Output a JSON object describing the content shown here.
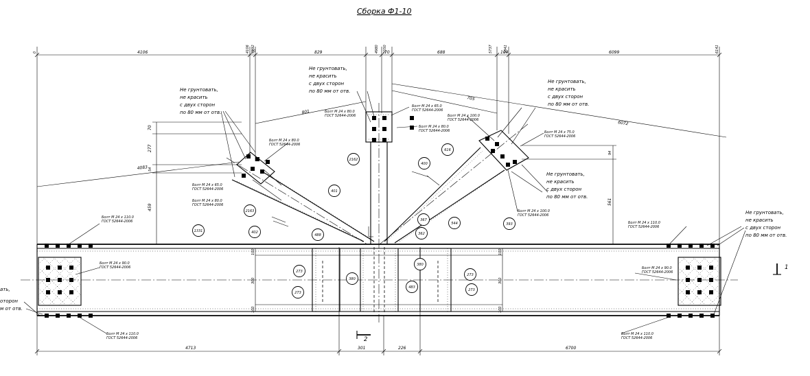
{
  "title": "Сборка Ф1-10",
  "notes": {
    "no_prime_4": [
      "Не грунтовать,",
      "не красить",
      "с двух сторон",
      "по 80 мм от отв."
    ],
    "no_prime_4b": [
      "Не грунтовать,",
      "не красить",
      "с двух сторон",
      "по 80 мм от отв."
    ],
    "no_prime_4c": [
      "Не грунтовать,",
      "не красить",
      "с двух сторон",
      "по 80 мм от отв."
    ],
    "no_prime_4d": [
      "Не грунтовать,",
      "не красить",
      "с двух сторон",
      "по 80 мм от отв."
    ],
    "no_prime_4e": [
      "Не грунтовать,",
      "не красить",
      "с двух сторон",
      "по 80 мм от отв."
    ],
    "left_cut": [
      "ать,",
      "оторон",
      "м от отв."
    ]
  },
  "bolts": {
    "b_24x110_tl": [
      "Болт М 24 х 110.0",
      "ГОСТ 52644-2006"
    ],
    "b_24x90_l": [
      "Болт М 24 х 90.0",
      "ГОСТ 52644-2006"
    ],
    "b_24x110_bl": [
      "Болт М 24 х 110.0",
      "ГОСТ 52644-2006"
    ],
    "b_24x80_a": [
      "Болт М 24 х 80.0",
      "ГОСТ 52644-2006"
    ],
    "b_24x65_a": [
      "Болт М 24 х 65.0",
      "ГОСТ 52644-2006"
    ],
    "b_24x80_b": [
      "Болт М 24 х 80.0",
      "ГОСТ 52644-2006"
    ],
    "b_24x80_c": [
      "Болт М 24 х 80.0",
      "ГОСТ 52644-2006"
    ],
    "b_24x65_b": [
      "Болт М 24 х 65.0",
      "ГОСТ 52644-2006"
    ],
    "b_24x80_d": [
      "Болт М 24 х 80.0",
      "ГОСТ 52644-2006"
    ],
    "b_24x100_a": [
      "Болт М 24 х 100.0",
      "ГОСТ 52644-2006"
    ],
    "b_24x75": [
      "Болт М 24 х 75.0",
      "ГОСТ 52644-2006"
    ],
    "b_24x100_b": [
      "Болт М 24 х 100.0",
      "ГОСТ 52644-2006"
    ],
    "b_24x110_tr": [
      "Болт М 24 х 110.0",
      "ГОСТ 52644-2006"
    ],
    "b_24x90_r": [
      "Болт М 24 х 90.0",
      "ГОСТ 52644-2006"
    ],
    "b_24x110_br": [
      "Болт М 24 х 110.0",
      "ГОСТ 52644-2006"
    ]
  },
  "top_dims": {
    "d4106": "4106",
    "d829": "829",
    "d688": "688",
    "d6099": "6099",
    "d70a": "70",
    "d70b": "70",
    "d104": "104",
    "v0": "0",
    "v4106": "4106",
    "v4192": "4192",
    "v4980": "4980",
    "v5050": "5050",
    "v5737": "5737",
    "v5841": "5841",
    "v6141": "6141"
  },
  "bottom_dims": {
    "d4713": "4713",
    "d301": "301",
    "d226": "226",
    "d6700": "6700"
  },
  "misc_dims": {
    "d801": "801",
    "d705": "705",
    "d6072": "6072",
    "d4083": "4083",
    "d70": "70",
    "d277": "277",
    "d54l": "54",
    "d459": "459",
    "d94": "94",
    "d561": "561",
    "d100t": "100",
    "d300": "300",
    "d100b": "100",
    "d100tr": "100",
    "d300r": "300",
    "d100br": "100"
  },
  "bubbles": [
    "1331",
    "2162",
    "401",
    "400",
    "616",
    "2163",
    "402",
    "488",
    "367",
    "362",
    "544",
    "393",
    "380",
    "273",
    "273",
    "380",
    "483",
    "273",
    "273"
  ],
  "section_marks": {
    "s1": "1",
    "s2": "2"
  }
}
